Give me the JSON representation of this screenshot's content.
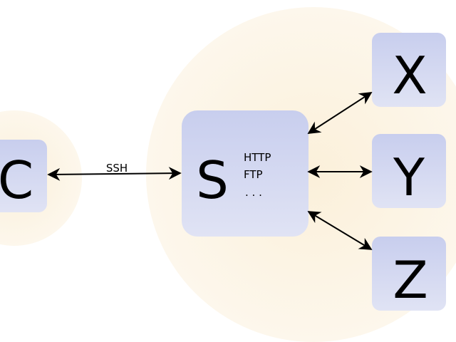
{
  "client": {
    "label": "C"
  },
  "connection": {
    "label": "SSH"
  },
  "server": {
    "label": "S",
    "protocols": [
      "HTTP",
      "FTP",
      ". . ."
    ]
  },
  "hosts": [
    {
      "label": "X"
    },
    {
      "label": "Y"
    },
    {
      "label": "Z"
    }
  ],
  "colors": {
    "node_fill_top": "#c9cfee",
    "node_fill_bottom": "#dfe2f3",
    "halo_center": "#fbf1dc",
    "halo_edge": "#fdf8ee",
    "arrow": "#000000"
  }
}
